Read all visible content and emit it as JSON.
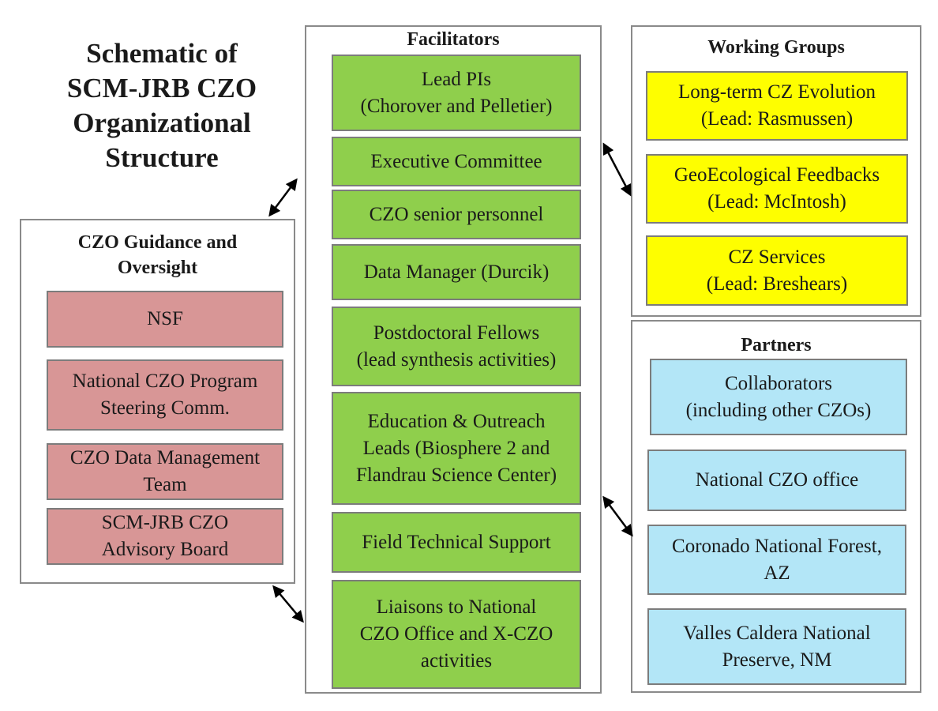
{
  "title": {
    "lines": [
      "Schematic of",
      "SCM-JRB CZO",
      "Organizational",
      "Structure"
    ]
  },
  "guidance": {
    "header_lines": [
      "CZO Guidance and",
      "Oversight"
    ],
    "items": [
      {
        "lines": [
          "NSF"
        ]
      },
      {
        "lines": [
          "National CZO Program",
          "Steering Comm."
        ]
      },
      {
        "lines": [
          "CZO Data Management",
          "Team"
        ]
      },
      {
        "lines": [
          "SCM-JRB CZO",
          "Advisory Board"
        ]
      }
    ],
    "color": "#d89696"
  },
  "facilitators": {
    "header": "Facilitators",
    "items": [
      {
        "lines": [
          "Lead PIs",
          "(Chorover and Pelletier)"
        ]
      },
      {
        "lines": [
          "Executive Committee"
        ]
      },
      {
        "lines": [
          "CZO senior personnel"
        ]
      },
      {
        "lines": [
          "Data Manager (Durcik)"
        ]
      },
      {
        "lines": [
          "Postdoctoral Fellows",
          "(lead synthesis activities)"
        ]
      },
      {
        "lines": [
          "Education & Outreach",
          "Leads (Biosphere 2 and",
          "Flandrau Science Center)"
        ]
      },
      {
        "lines": [
          "Field Technical Support"
        ]
      },
      {
        "lines": [
          "Liaisons to National",
          "CZO Office and X-CZO",
          "activities"
        ]
      }
    ],
    "color": "#8fcf4c"
  },
  "working_groups": {
    "header": "Working Groups",
    "items": [
      {
        "lines": [
          "Long-term CZ Evolution",
          "(Lead: Rasmussen)"
        ]
      },
      {
        "lines": [
          "GeoEcological Feedbacks",
          "(Lead: McIntosh)"
        ]
      },
      {
        "lines": [
          "CZ Services",
          "(Lead: Breshears)"
        ]
      }
    ],
    "color": "#fefe00"
  },
  "partners": {
    "header": "Partners",
    "items": [
      {
        "lines": [
          "Collaborators",
          "(including other CZOs)"
        ]
      },
      {
        "lines": [
          "National CZO office"
        ]
      },
      {
        "lines": [
          "Coronado National Forest,",
          "AZ"
        ]
      },
      {
        "lines": [
          "Valles Caldera National",
          "Preserve, NM"
        ]
      }
    ],
    "color": "#b3e6f7"
  }
}
